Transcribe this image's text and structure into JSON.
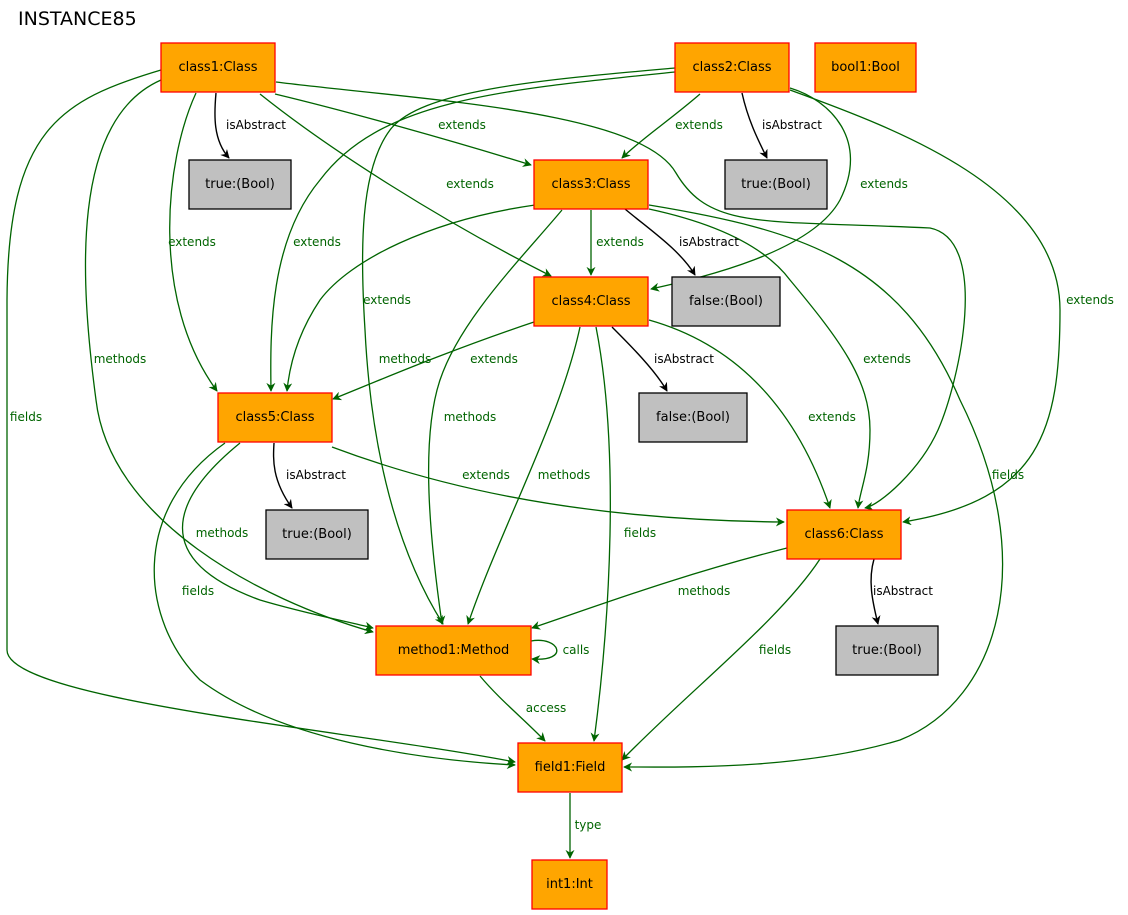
{
  "title": "INSTANCE85",
  "colors": {
    "object_fill": "#ffa500",
    "object_stroke": "#ff0000",
    "value_fill": "#c0c0c0",
    "value_stroke": "#000000",
    "relation_edge": "#006400",
    "attribute_edge": "#000000"
  },
  "nodes": [
    {
      "id": "class1",
      "label": "class1:Class",
      "kind": "object"
    },
    {
      "id": "class2",
      "label": "class2:Class",
      "kind": "object"
    },
    {
      "id": "bool1",
      "label": "bool1:Bool",
      "kind": "object"
    },
    {
      "id": "true1",
      "label": "true:(Bool)",
      "kind": "value"
    },
    {
      "id": "class3",
      "label": "class3:Class",
      "kind": "object"
    },
    {
      "id": "true2",
      "label": "true:(Bool)",
      "kind": "value"
    },
    {
      "id": "class4",
      "label": "class4:Class",
      "kind": "object"
    },
    {
      "id": "false1",
      "label": "false:(Bool)",
      "kind": "value"
    },
    {
      "id": "class5",
      "label": "class5:Class",
      "kind": "object"
    },
    {
      "id": "false2",
      "label": "false:(Bool)",
      "kind": "value"
    },
    {
      "id": "true3",
      "label": "true:(Bool)",
      "kind": "value"
    },
    {
      "id": "class6",
      "label": "class6:Class",
      "kind": "object"
    },
    {
      "id": "method1",
      "label": "method1:Method",
      "kind": "object"
    },
    {
      "id": "true4",
      "label": "true:(Bool)",
      "kind": "value"
    },
    {
      "id": "field1",
      "label": "field1:Field",
      "kind": "object"
    },
    {
      "id": "int1",
      "label": "int1:Int",
      "kind": "object"
    }
  ],
  "edges": [
    {
      "from": "class1",
      "to": "true1",
      "label": "isAbstract",
      "kind": "attribute"
    },
    {
      "from": "class1",
      "to": "class3",
      "label": "extends",
      "kind": "relation"
    },
    {
      "from": "class1",
      "to": "class4",
      "label": "extends",
      "kind": "relation"
    },
    {
      "from": "class1",
      "to": "class5",
      "label": "extends",
      "kind": "relation"
    },
    {
      "from": "class1",
      "to": "class6",
      "label": "extends",
      "kind": "relation"
    },
    {
      "from": "class1",
      "to": "method1",
      "label": "methods",
      "kind": "relation"
    },
    {
      "from": "class1",
      "to": "field1",
      "label": "fields",
      "kind": "relation"
    },
    {
      "from": "class2",
      "to": "true2",
      "label": "isAbstract",
      "kind": "attribute"
    },
    {
      "from": "class2",
      "to": "class3",
      "label": "extends",
      "kind": "relation"
    },
    {
      "from": "class2",
      "to": "class4",
      "label": "extends",
      "kind": "relation"
    },
    {
      "from": "class2",
      "to": "class5",
      "label": "extends",
      "kind": "relation"
    },
    {
      "from": "class2",
      "to": "class6",
      "label": "extends",
      "kind": "relation"
    },
    {
      "from": "class2",
      "to": "method1",
      "label": "methods",
      "kind": "relation"
    },
    {
      "from": "class3",
      "to": "false1",
      "label": "isAbstract",
      "kind": "attribute"
    },
    {
      "from": "class3",
      "to": "class4",
      "label": "extends",
      "kind": "relation"
    },
    {
      "from": "class3",
      "to": "class5",
      "label": "extends",
      "kind": "relation"
    },
    {
      "from": "class3",
      "to": "class6",
      "label": "extends",
      "kind": "relation"
    },
    {
      "from": "class3",
      "to": "method1",
      "label": "methods",
      "kind": "relation"
    },
    {
      "from": "class3",
      "to": "field1",
      "label": "fields",
      "kind": "relation"
    },
    {
      "from": "class4",
      "to": "false2",
      "label": "isAbstract",
      "kind": "attribute"
    },
    {
      "from": "class4",
      "to": "class5",
      "label": "extends",
      "kind": "relation"
    },
    {
      "from": "class4",
      "to": "class6",
      "label": "extends",
      "kind": "relation"
    },
    {
      "from": "class4",
      "to": "method1",
      "label": "methods",
      "kind": "relation"
    },
    {
      "from": "class4",
      "to": "field1",
      "label": "fields",
      "kind": "relation"
    },
    {
      "from": "class5",
      "to": "true3",
      "label": "isAbstract",
      "kind": "attribute"
    },
    {
      "from": "class5",
      "to": "class6",
      "label": "extends",
      "kind": "relation"
    },
    {
      "from": "class5",
      "to": "method1",
      "label": "methods",
      "kind": "relation"
    },
    {
      "from": "class5",
      "to": "field1",
      "label": "fields",
      "kind": "relation"
    },
    {
      "from": "class6",
      "to": "true4",
      "label": "isAbstract",
      "kind": "attribute"
    },
    {
      "from": "class6",
      "to": "method1",
      "label": "methods",
      "kind": "relation"
    },
    {
      "from": "class6",
      "to": "field1",
      "label": "fields",
      "kind": "relation"
    },
    {
      "from": "method1",
      "to": "method1",
      "label": "calls",
      "kind": "relation"
    },
    {
      "from": "method1",
      "to": "field1",
      "label": "access",
      "kind": "relation"
    },
    {
      "from": "field1",
      "to": "int1",
      "label": "type",
      "kind": "relation"
    }
  ]
}
